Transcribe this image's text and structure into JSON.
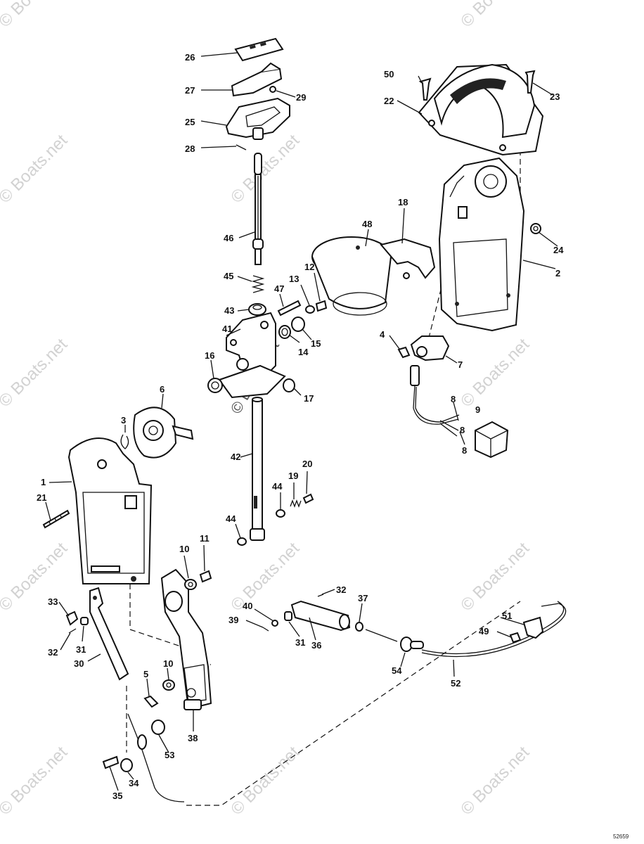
{
  "diagram": {
    "watermark_text": "© Boats.net",
    "drawing_code": "52659",
    "part_labels": [
      "1",
      "2",
      "3",
      "4",
      "5",
      "6",
      "7",
      "8",
      "8",
      "8",
      "9",
      "10",
      "10",
      "11",
      "12",
      "13",
      "14",
      "15",
      "16",
      "17",
      "18",
      "19",
      "20",
      "21",
      "22",
      "23",
      "24",
      "25",
      "26",
      "27",
      "28",
      "29",
      "30",
      "31",
      "31",
      "32",
      "32",
      "33",
      "34",
      "35",
      "36",
      "37",
      "38",
      "39",
      "40",
      "41",
      "42",
      "43",
      "44",
      "44",
      "45",
      "46",
      "47",
      "48",
      "49",
      "50",
      "51",
      "52",
      "53",
      "54"
    ]
  }
}
